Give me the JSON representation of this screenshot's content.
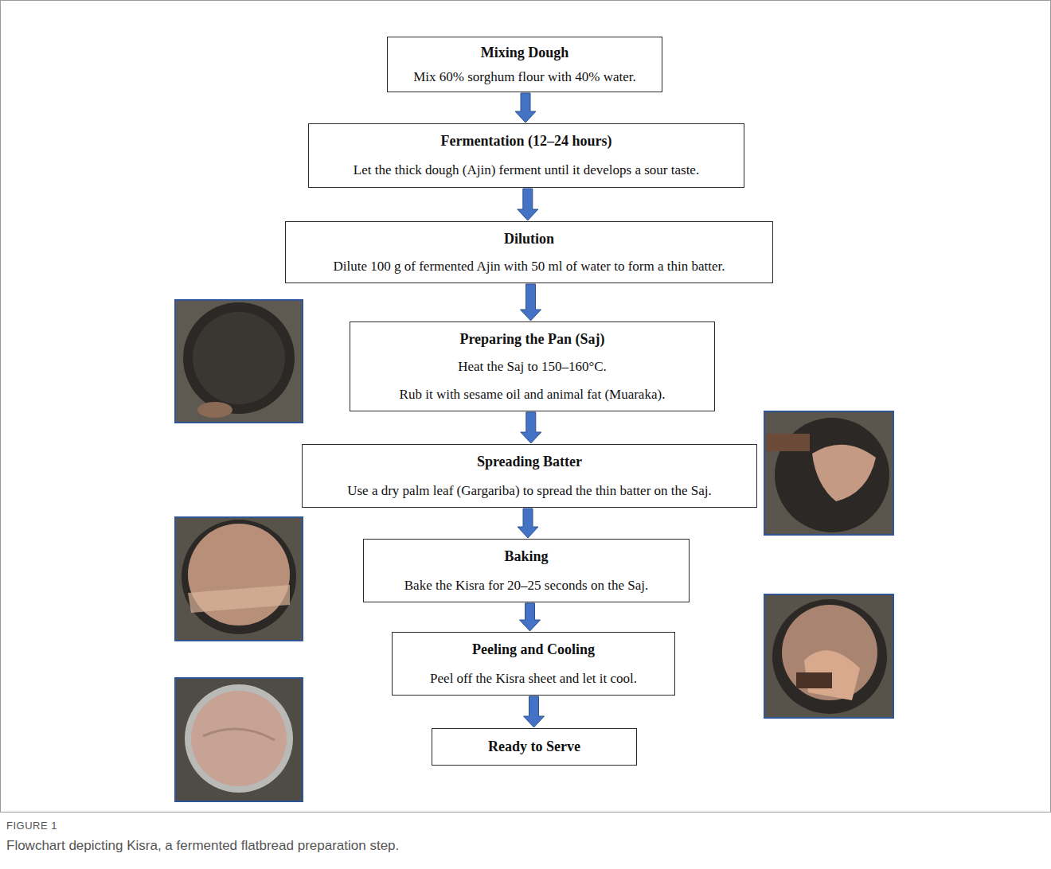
{
  "diagram": {
    "caption": "Flowchart depicting Kisra, a fermented flatbread preparation step.",
    "nodes": [
      {
        "text": [
          "Mixing Dough",
          "Mix 60% sorghum flour with 40% water."
        ]
      },
      {
        "text": [
          "Fermentation (12–24 hours)",
          "Let the thick dough (Ajin) ferment until it develops a sour taste."
        ]
      },
      {
        "text": [
          "Dilution",
          "Dilute 100 g of fermented Ajin with 50 ml of water to form a thin batter."
        ]
      },
      {
        "text": [
          "Preparing the Pan (Saj)",
          "Heat the Saj to 150–160°C.",
          "Rub it with sesame oil and animal fat (Muaraka)."
        ]
      },
      {
        "text": [
          "Spreading Batter",
          "Use a dry palm leaf (Gargariba) to spread the thin batter on the Saj."
        ]
      },
      {
        "text": [
          "Baking",
          "Bake the Kisra for 20–25 seconds on the Saj."
        ]
      },
      {
        "text": [
          "Peeling and Cooling",
          "Peel off the Kisra sheet and let it cool."
        ]
      },
      {
        "text": [
          "Ready to Serve"
        ]
      }
    ],
    "edges": [
      {
        "from": 0,
        "to": 1,
        "arrow": "to"
      },
      {
        "from": 1,
        "to": 2,
        "arrow": "to"
      },
      {
        "from": 2,
        "to": 3,
        "arrow": "to"
      },
      {
        "from": 3,
        "to": 4,
        "arrow": "to"
      },
      {
        "from": 4,
        "to": 5,
        "arrow": "to"
      },
      {
        "from": 5,
        "to": 6,
        "arrow": "to"
      },
      {
        "from": 6,
        "to": 7,
        "arrow": "to"
      }
    ],
    "labels": [
      "FIGURE 1"
    ]
  }
}
